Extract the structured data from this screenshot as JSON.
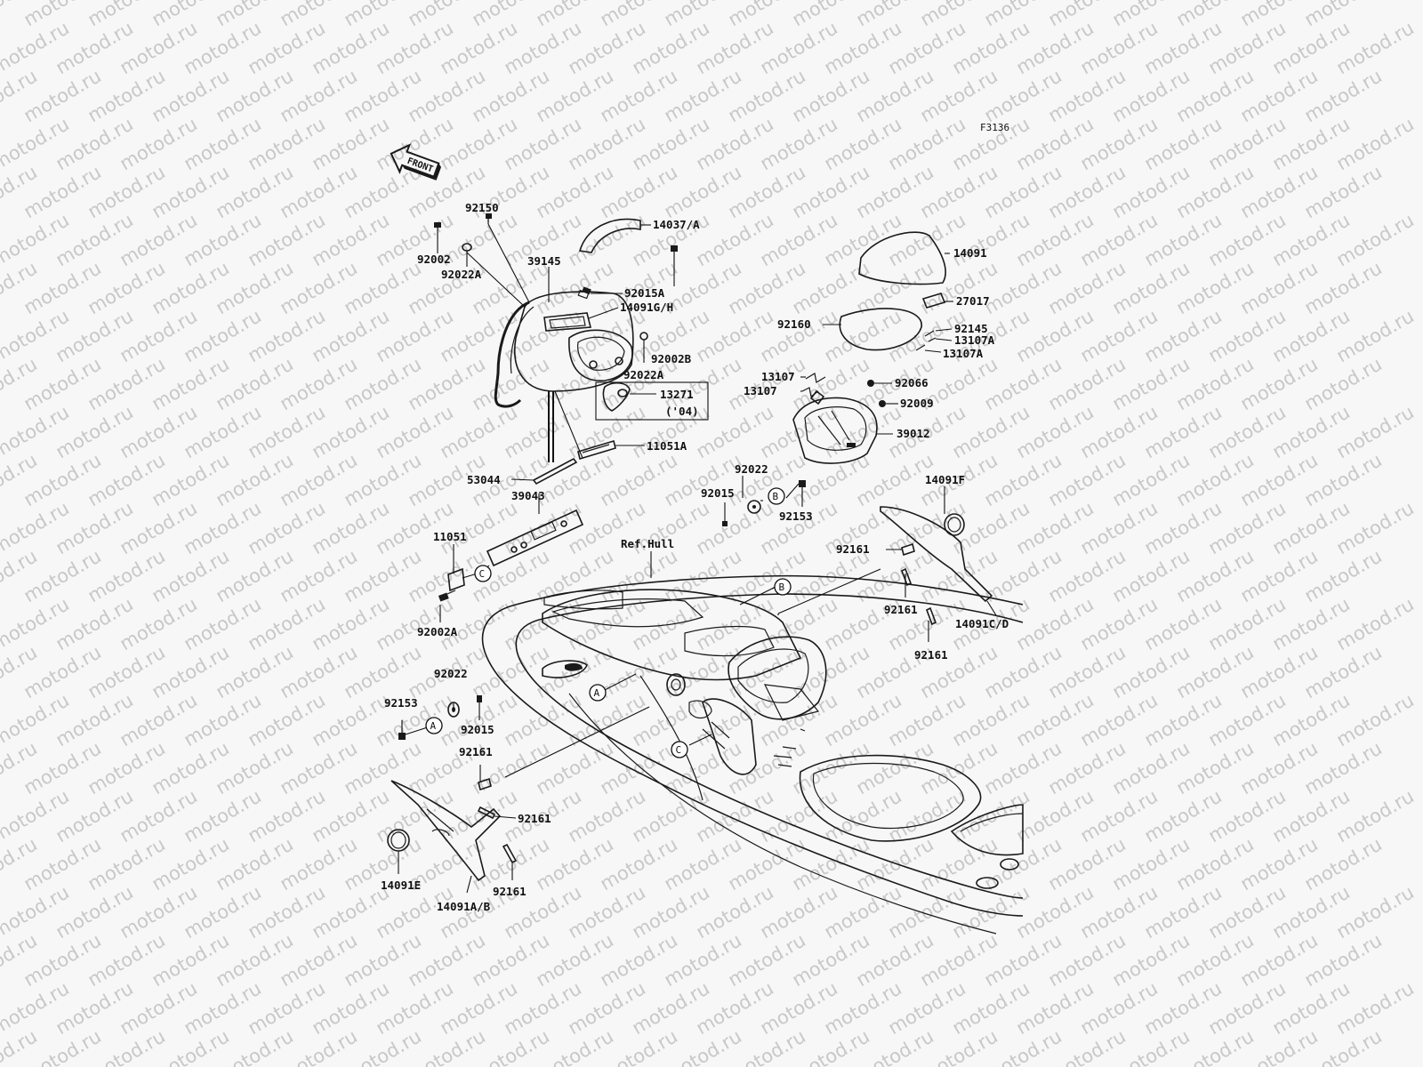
{
  "figure": {
    "code": "F3136",
    "front_arrow_label": "FRONT",
    "watermark": "motod.ru"
  },
  "callouts": {
    "p92150": "92150",
    "p14037A": "14037/A",
    "p39145": "39145",
    "p92015A": "92015A",
    "p14091GH": "14091G/H",
    "p92002": "92002",
    "p92022A_left": "92022A",
    "p92002B": "92002B",
    "p92022A_right": "92022A",
    "p13271": "13271",
    "p04": "('04)",
    "p11051A": "11051A",
    "p53044": "53044",
    "p39043": "39043",
    "p11051": "11051",
    "p92002A": "92002A",
    "p92022_left": "92022",
    "p92153_left": "92153",
    "p92015_left": "92015",
    "p92161_a": "92161",
    "p92161_b": "92161",
    "p92161_c": "92161",
    "p14091E": "14091E",
    "p14091AB": "14091A/B",
    "refhull": "Ref.Hull",
    "p14091": "14091",
    "p27017": "27017",
    "p92160": "92160",
    "p92145": "92145",
    "p13107A_1": "13107A",
    "p13107A_2": "13107A",
    "p13107_1": "13107",
    "p13107_2": "13107",
    "p92066": "92066",
    "p92009": "92009",
    "p39012": "39012",
    "p92022_right": "92022",
    "p92015_right": "92015",
    "p92153_right": "92153",
    "p14091F": "14091F",
    "p92161_d": "92161",
    "p92161_e": "92161",
    "p14091CD": "14091C/D",
    "p92161_f": "92161"
  },
  "refs": {
    "A": "A",
    "B": "B",
    "C": "C"
  }
}
